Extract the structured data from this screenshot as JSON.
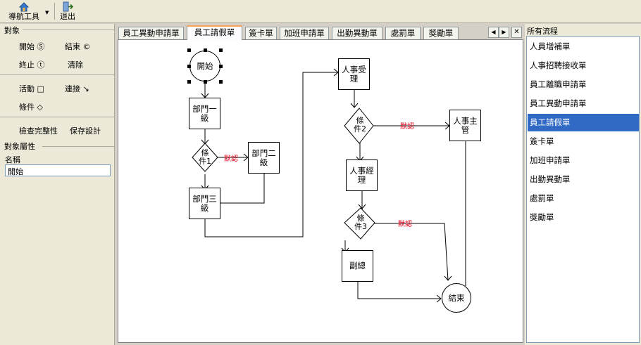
{
  "toolbar": {
    "nav_tools_label": "導航工具",
    "exit_label": "退出"
  },
  "objects_panel": {
    "title": "對象",
    "start": "開始 Ⓢ",
    "end": "結束 ©",
    "terminate": "終止 ⓣ",
    "clear": "清除",
    "activity": "活動 □",
    "connect": "連接 ↘",
    "condition": "條件 ◇",
    "check_integrity": "檢查完整性",
    "save_design": "保存設計"
  },
  "properties_panel": {
    "title": "對象屬性",
    "name_label": "名稱",
    "name_value": "開始"
  },
  "tabs": [
    {
      "label": "員工異動申請單"
    },
    {
      "label": "員工請假單",
      "active": true
    },
    {
      "label": "簽卡單"
    },
    {
      "label": "加班申請單"
    },
    {
      "label": "出勤異動單"
    },
    {
      "label": "處罰單"
    },
    {
      "label": "獎勵單"
    }
  ],
  "tab_nav": {
    "prev": "◀",
    "next": "▶",
    "close": "✕"
  },
  "diagram": {
    "start": "開始",
    "dept1_line1": "部門一",
    "dept1_line2": "級",
    "cond1_line1": "條",
    "cond1_line2": "件1",
    "default1": "默認",
    "dept2_line1": "部門二",
    "dept2_line2": "級",
    "dept3_line1": "部門三",
    "dept3_line2": "級",
    "hr_accept_line1": "人事受",
    "hr_accept_line2": "理",
    "cond2_line1": "條",
    "cond2_line2": "件2",
    "default2": "默認",
    "hr_head_line1": "人事主",
    "hr_head_line2": "管",
    "hr_manager_line1": "人事經",
    "hr_manager_line2": "理",
    "cond3_line1": "條",
    "cond3_line2": "件3",
    "default3": "默認",
    "vp": "副總",
    "end": "結束"
  },
  "flows_panel": {
    "title": "所有流程",
    "items": [
      {
        "label": "人員增補單"
      },
      {
        "label": "人事招聘接收單"
      },
      {
        "label": "員工離職申請單"
      },
      {
        "label": "員工異動申請單"
      },
      {
        "label": "員工請假單",
        "selected": true
      },
      {
        "label": "簽卡單"
      },
      {
        "label": "加班申請單"
      },
      {
        "label": "出勤異動單"
      },
      {
        "label": "處罰單"
      },
      {
        "label": "獎勵單"
      }
    ]
  }
}
